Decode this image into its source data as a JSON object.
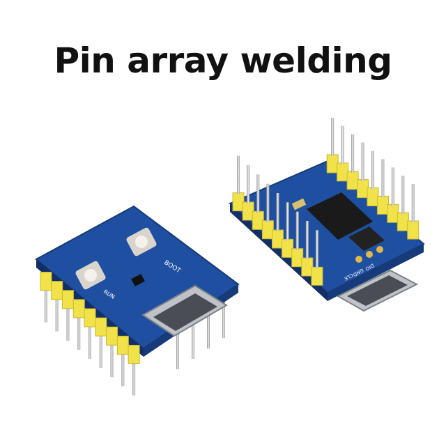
{
  "title": "Pin array welding",
  "colors": {
    "pcb": "#1f4fa0",
    "header": "#f2e24a",
    "pin": "#c9c9c9",
    "usb": "#bfc3c8"
  },
  "board_left": {
    "labels": {
      "boot": "BOOT",
      "run": "RUN"
    }
  },
  "board_right": {
    "labels": {
      "clk": "CLK",
      "gnd": "GND",
      "dio": "DIO"
    }
  }
}
